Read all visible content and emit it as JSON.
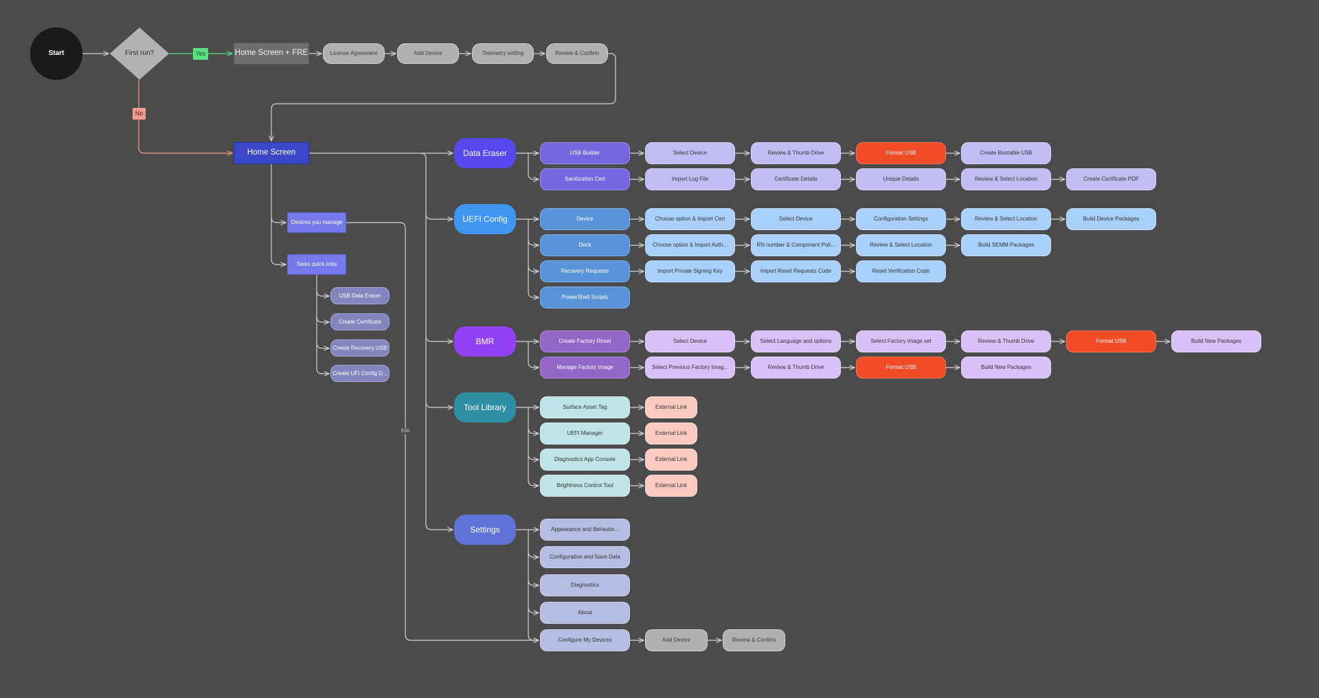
{
  "colors": {
    "background": "#4b4b4b",
    "connector": "#d3d3d3",
    "yes": "#57e27f",
    "no": "#f29c8b",
    "danger": "#f14c27"
  },
  "start": {
    "label": "Start"
  },
  "decision": {
    "label": "First run?",
    "yes": "Yes",
    "no": "No"
  },
  "fre": {
    "title": "Home Screen + FRE",
    "steps": [
      "License Agreement",
      "Add Device",
      "Telemetry setting",
      "Review & Confirm"
    ]
  },
  "home": {
    "title": "Home Screen",
    "devices": "Devices you manage",
    "tasks": "Tasks quick links",
    "quick_links": [
      "USB Data Eraser",
      "Create Certificate",
      "Create Recovery USB",
      "Create UFI Config D..."
    ],
    "edit": "Edit"
  },
  "data_eraser": {
    "title": "Data Eraser",
    "rows": [
      [
        "USB Builder",
        "Select Device",
        "Review & Thumb Drive",
        "Format USB",
        "Create Bootable USB"
      ],
      [
        "Sanitization Cert",
        "Import Log File",
        "Certificate Details",
        "Unique Details",
        "Review & Select Location",
        "Create Certificate PDF"
      ]
    ]
  },
  "uefi_config": {
    "title": "UEFI Config",
    "rows": [
      [
        "Device",
        "Choose option & Import Cert",
        "Select Device",
        "Configuration Settings",
        "Review & Select Location",
        "Build Device Packages"
      ],
      [
        "Dock",
        "Choose option & Import Auth...",
        "RN number & Component Poli...",
        "Review & Select Location",
        "Build SEMM Packages"
      ],
      [
        "Recovery Requests",
        "Import Private Signing Key",
        "Import Reset Requests Code",
        "Reset Verification Code"
      ],
      [
        "PowerShell Scripts"
      ]
    ]
  },
  "bmr": {
    "title": "BMR",
    "rows": [
      [
        "Create Factory Reset",
        "Select Device",
        "Select Language and options",
        "Select Factory image set",
        "Review & Thumb Drive",
        "Format USB",
        "Build New Packages"
      ],
      [
        "Manage Factory Image",
        "Select Previous Factory Imag...",
        "Review & Thumb Drive",
        "Format USB",
        "Build New Packages"
      ]
    ]
  },
  "tool_library": {
    "title": "Tool Library",
    "rows": [
      [
        "Surface Asset Tag",
        "External Link"
      ],
      [
        "UEFI Manager",
        "External Link"
      ],
      [
        "Diagnostics App Console",
        "External Link"
      ],
      [
        "Brightness Control Tool",
        "External Link"
      ]
    ]
  },
  "settings": {
    "title": "Settings",
    "rows": [
      [
        "Appearance and Behavior..."
      ],
      [
        "Configuration and Save Data"
      ],
      [
        "Diagnostics"
      ],
      [
        "About"
      ],
      [
        "Configure My Devices",
        "Add Device",
        "Review & Confirm"
      ]
    ]
  }
}
